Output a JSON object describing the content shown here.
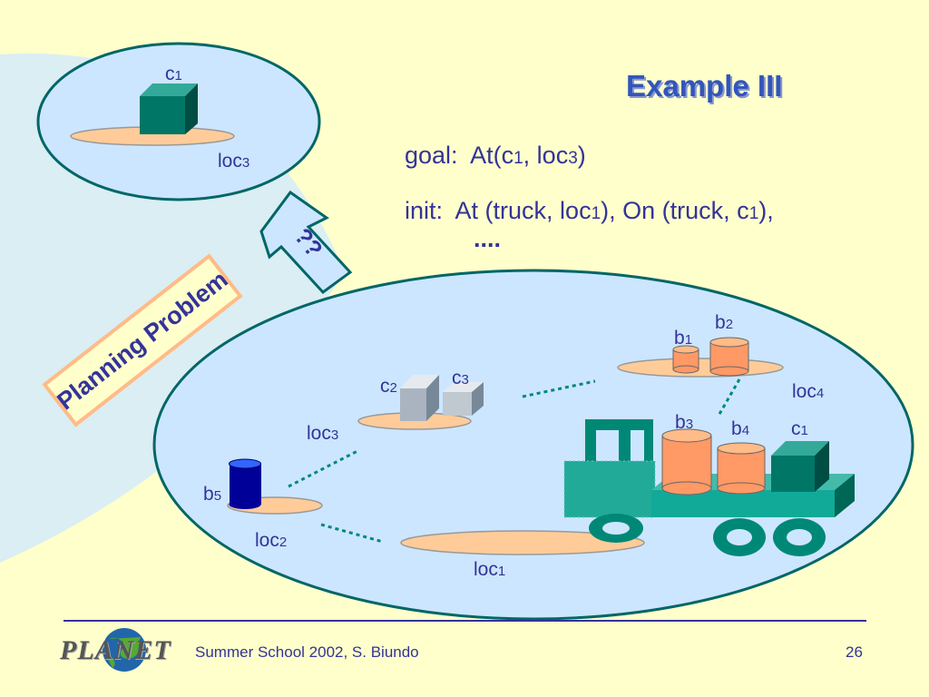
{
  "slide": {
    "title": "Example III",
    "goal": {
      "label": "goal:",
      "t1": "At(c",
      "s1": "1",
      "t2": ", loc",
      "s2": "3",
      "t3": ")"
    },
    "init": {
      "label": "init:",
      "t1": "At (truck, loc",
      "s1": "1",
      "t2": "), On (truck, c",
      "s2": "1",
      "t3": "),",
      "cont": "...."
    },
    "arrow_label": "??",
    "banner": "Planning Problem"
  },
  "goal_state": {
    "c1": {
      "name": "c",
      "sub": "1"
    },
    "loc3": {
      "name": "loc",
      "sub": "3"
    }
  },
  "initial_state": {
    "c2": {
      "name": "c",
      "sub": "2"
    },
    "c3": {
      "name": "c",
      "sub": "3"
    },
    "loc3": {
      "name": "loc",
      "sub": "3"
    },
    "b5": {
      "name": "b",
      "sub": "5"
    },
    "loc2": {
      "name": "loc",
      "sub": "2"
    },
    "loc1": {
      "name": "loc",
      "sub": "1"
    },
    "b1": {
      "name": "b",
      "sub": "1"
    },
    "b2": {
      "name": "b",
      "sub": "2"
    },
    "loc4": {
      "name": "loc",
      "sub": "4"
    },
    "b3": {
      "name": "b",
      "sub": "3"
    },
    "b4": {
      "name": "b",
      "sub": "4"
    },
    "c1": {
      "name": "c",
      "sub": "1"
    }
  },
  "footer": {
    "logo_text": "PLANET",
    "credit": "Summer School 2002, S. Biundo",
    "page": "26"
  },
  "colors": {
    "background": "#ffffcc",
    "bubble": "#cce6ff",
    "outline": "#006666",
    "text": "#333399",
    "title": "#3355bb",
    "platform": "#ffcc99",
    "container_teal": "#007766",
    "barrel": "#ff9966",
    "banner_border": "#ffbb88"
  }
}
